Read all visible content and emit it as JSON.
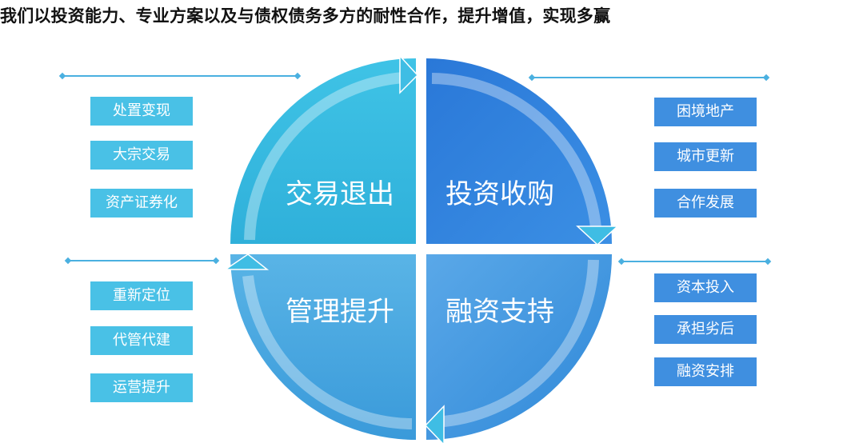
{
  "title": "我们以投资能力、专业方案以及与债权债务多方的耐性合作，提升增值，实现多赢",
  "quadrants": {
    "top_left": {
      "label": "交易退出",
      "color": "#3cbde2"
    },
    "top_right": {
      "label": "投资收购",
      "color": "#2f7fdc"
    },
    "bottom_left": {
      "label": "管理提升",
      "color": "#45a7e2"
    },
    "bottom_right": {
      "label": "融资支持",
      "color": "#3a95e0"
    }
  },
  "groups": {
    "top_left": [
      "处置变现",
      "大宗交易",
      "资产证券化"
    ],
    "bottom_left": [
      "重新定位",
      "代管代建",
      "运营提升"
    ],
    "top_right": [
      "困境地产",
      "城市更新",
      "合作发展"
    ],
    "bottom_right": [
      "资本投入",
      "承担劣后",
      "融资安排"
    ]
  }
}
